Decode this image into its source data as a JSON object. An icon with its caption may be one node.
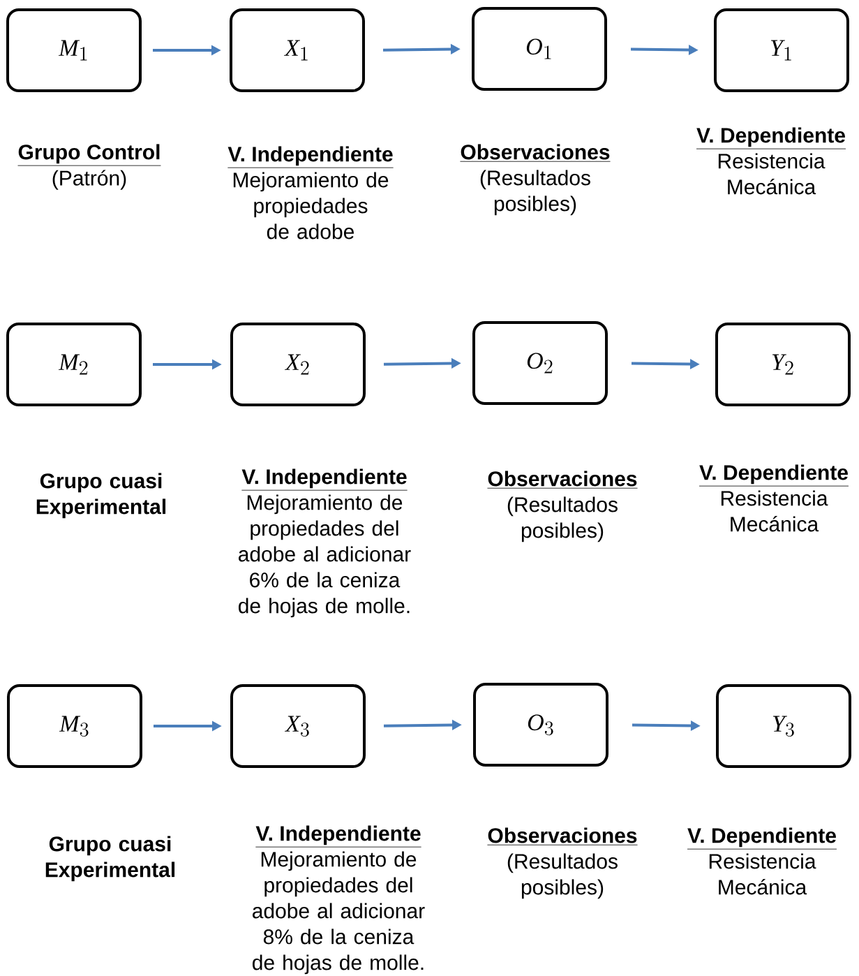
{
  "diagram": {
    "nodes": [
      {
        "text": [
          "M_1"
        ],
        "beside": [
          "Grupo Control",
          "(Patrón)"
        ]
      },
      {
        "text": [
          "X_1"
        ],
        "beside": [
          "V. Independiente",
          "Mejoramiento de propiedades de adobe"
        ]
      },
      {
        "text": [
          "O_1"
        ],
        "beside": [
          "Observaciones",
          "(Resultados posibles)"
        ]
      },
      {
        "text": [
          "Y_1"
        ],
        "beside": [
          "V. Dependiente",
          "Resistencia Mecánica"
        ]
      },
      {
        "text": [
          "M_2"
        ],
        "beside": [
          "Grupo cuasi Experimental"
        ]
      },
      {
        "text": [
          "X_2"
        ],
        "beside": [
          "V. Independiente",
          "Mejoramiento de propiedades del adobe al adicionar 6% de la ceniza de hojas de molle."
        ]
      },
      {
        "text": [
          "O_2"
        ],
        "beside": [
          "Observaciones",
          "(Resultados posibles)"
        ]
      },
      {
        "text": [
          "Y_2"
        ],
        "beside": [
          "V. Dependiente",
          "Resistencia Mecánica"
        ]
      },
      {
        "text": [
          "M_3"
        ],
        "beside": [
          "Grupo cuasi Experimental"
        ]
      },
      {
        "text": [
          "X_3"
        ],
        "beside": [
          "V. Independiente",
          "Mejoramiento de propiedades del adobe al adicionar 8% de la ceniza de hojas de molle."
        ]
      },
      {
        "text": [
          "O_3"
        ],
        "beside": [
          "Observaciones",
          "(Resultados posibles)"
        ]
      },
      {
        "text": [
          "Y_3"
        ],
        "beside": [
          "V. Dependiente",
          "Resistencia Mecánica"
        ]
      }
    ],
    "edges": [
      {
        "from": 0,
        "to": 1,
        "arrow": "to"
      },
      {
        "from": 1,
        "to": 2,
        "arrow": "to"
      },
      {
        "from": 2,
        "to": 3,
        "arrow": "to"
      },
      {
        "from": 4,
        "to": 5,
        "arrow": "to"
      },
      {
        "from": 5,
        "to": 6,
        "arrow": "to"
      },
      {
        "from": 6,
        "to": 7,
        "arrow": "to"
      },
      {
        "from": 8,
        "to": 9,
        "arrow": "to"
      },
      {
        "from": 9,
        "to": 10,
        "arrow": "to"
      },
      {
        "from": 10,
        "to": 11,
        "arrow": "to"
      }
    ]
  }
}
